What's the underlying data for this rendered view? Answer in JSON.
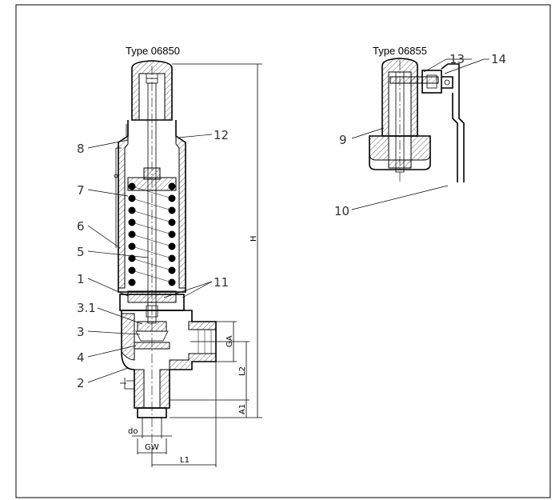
{
  "titles": {
    "left": "Type 06850",
    "right": "Type 06855"
  },
  "callouts": {
    "c1": "1",
    "c2": "2",
    "c3": "3",
    "c3_1": "3.1",
    "c4": "4",
    "c5": "5",
    "c6": "6",
    "c7": "7",
    "c8": "8",
    "c9": "9",
    "c10": "10",
    "c11": "11",
    "c12": "12",
    "c13": "13",
    "c14": "14"
  },
  "dimensions": {
    "h": "H",
    "ga": "GA",
    "l2": "L2",
    "a1": "A1",
    "do": "do",
    "gw": "GW",
    "l1": "L1"
  }
}
